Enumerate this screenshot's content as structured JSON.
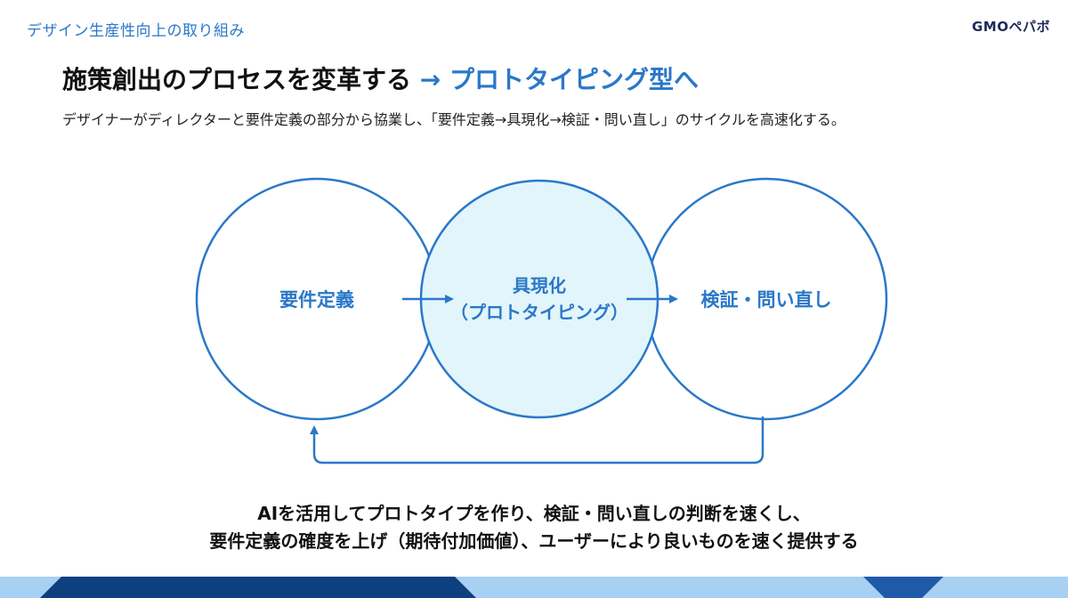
{
  "header": {
    "section_label": "デザイン生産性向上の取り組み",
    "brand": "GMOペパボ"
  },
  "headline": {
    "main": "施策創出のプロセスを変革する",
    "arrow": "→",
    "accent": "プロトタイピング型へ"
  },
  "lead": "デザイナーがディレクターと要件定義の部分から協業し、「要件定義→具現化→検証・問い直し」のサイクルを高速化する。",
  "diagram": {
    "circles": [
      {
        "label": "要件定義"
      },
      {
        "label_line1": "具現化",
        "label_line2": "（プロトタイピング）"
      },
      {
        "label": "検証・問い直し"
      }
    ],
    "colors": {
      "stroke": "#2a78c8",
      "center_fill": "#e2f5fb"
    }
  },
  "summary": {
    "line1": "AIを活用してプロトタイプを作り、検証・問い直しの判断を速くし、",
    "line2": "要件定義の確度を上げ（期待付加価値）、ユーザーにより良いものを速く提供する"
  },
  "colors": {
    "accent": "#2a78c8",
    "footer_light": "#a7d0f3",
    "footer_dark": "#0e3f7e"
  }
}
